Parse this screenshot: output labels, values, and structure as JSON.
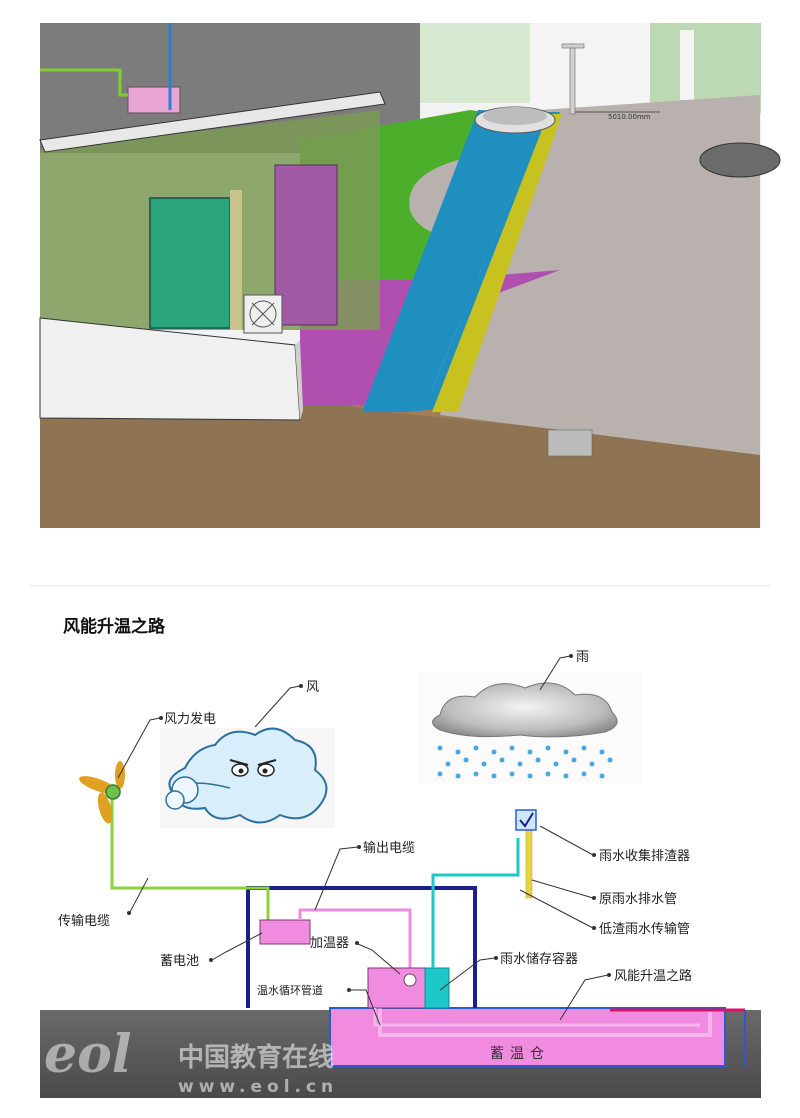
{
  "render": {
    "dimension": "5010.00mm"
  },
  "diagram": {
    "title": "风能升温之路",
    "labels": {
      "wind": "风",
      "rain": "雨",
      "wind_power": "风力发电",
      "output_cable": "输出电缆",
      "transmission_cable": "传输电缆",
      "battery": "蓄电池",
      "heater": "加温器",
      "rain_storage": "雨水储存容器",
      "hot_water_pipe": "温水循环管道",
      "rain_collector": "雨水收集排渣器",
      "raw_rain_pipe": "原雨水排水管",
      "low_residue_pipe": "低渣雨水传输管",
      "wind_warming_route": "风能升温之路",
      "storage_bin": "蓄温仓"
    }
  },
  "watermark": {
    "logo": "eol",
    "brand": "中国教育在线",
    "url": "www.eol.cn"
  }
}
